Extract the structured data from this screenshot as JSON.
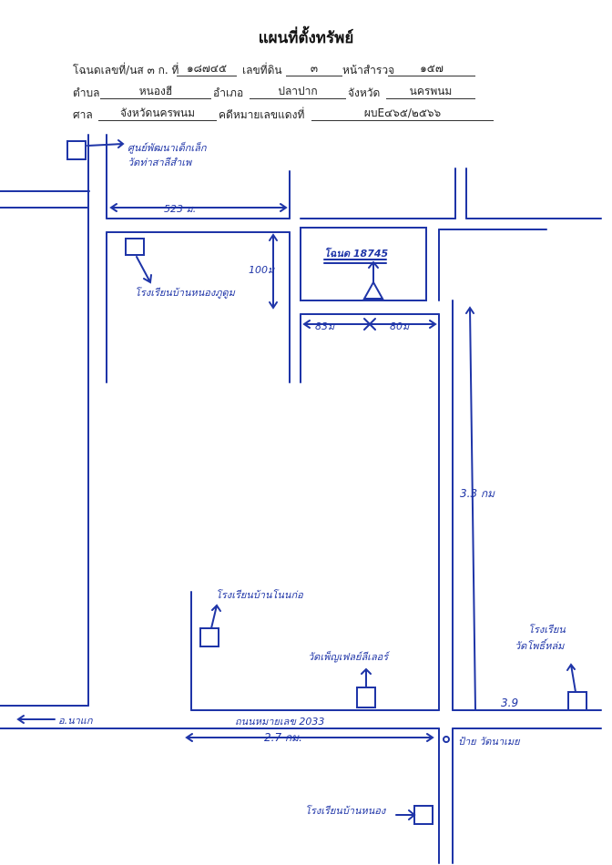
{
  "header": {
    "title": "แผนที่ตั้งทรัพย์",
    "deed_label": "โฉนดเลขที่/นส ๓ ก. ที่",
    "deed_value": "๑๘๗๔๕",
    "land_no_label": "เลขที่ดิน",
    "land_no_value": "๓",
    "survey_label": "หน้าสำรวจ",
    "survey_value": "๑๕๗",
    "subdistrict_label": "ตำบล",
    "subdistrict_value": "หนองฮี",
    "district_label": "อำเภอ",
    "district_value": "ปลาปาก",
    "province_label": "จังหวัด",
    "province_value": "นครพนม",
    "court_label": "ศาล",
    "court_value": "จังหวัดนครพนม",
    "case_label": "คดีหมายเลขแดงที่",
    "case_value": "ผบE๔๖๕/๒๕๖๖"
  },
  "map": {
    "nw_landmark": "ศูนย์พัฒนาเด็กเล็ก\nวัดท่าสาลีสำเพ",
    "distance_523": "523 ม.",
    "distance_100": "100ม",
    "school_label": "โรงเรียนบ้านหนองภูดูม",
    "plot_label": "โฉนด 18745",
    "distance_83": "83ม",
    "distance_80": "80ม",
    "distance_3_3": "3.3 กม",
    "school_sw": "โรงเรียนบ้านโนนก่อ",
    "temple_label": "วัดเพ็ญเฟลย์ลีเลอร์",
    "school_se": "โรงเรียน\nวัดโพธิ์หล่ม",
    "distance_3_9": "3.9",
    "to_left": "อ.นาแก",
    "road_label": "ถนนหมายเลข 2033",
    "distance_2_7": "2.7 กม.",
    "sign_label": "ป้าย วัดนาเมย",
    "school_bottom": "โรงเรียนบ้านหนอง"
  },
  "colors": {
    "ink": "#1f35a8",
    "print": "#222222"
  }
}
